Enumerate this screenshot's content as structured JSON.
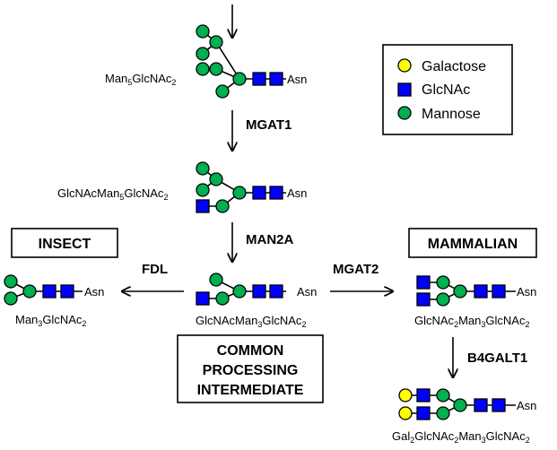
{
  "colors": {
    "galactose": "#ffff00",
    "glcnac": "#0000ff",
    "mannose": "#00b050",
    "outline": "#000000"
  },
  "legend": {
    "items": [
      {
        "label": "Galactose",
        "icon": "yellow-circle"
      },
      {
        "label": "GlcNAc",
        "icon": "blue-square"
      },
      {
        "label": "Mannose",
        "icon": "green-circle"
      }
    ]
  },
  "enzymes": {
    "mgat1": "MGAT1",
    "man2a": "MAN2A",
    "fdl": "FDL",
    "mgat2": "MGAT2",
    "b4galt1": "B4GALT1"
  },
  "boxes": {
    "insect": "INSECT",
    "mammalian": "MAMMALIAN",
    "common_line1": "COMMON",
    "common_line2": "PROCESSING",
    "common_line3": "INTERMEDIATE"
  },
  "asn": "Asn",
  "structures": {
    "man5": {
      "p1": "Man",
      "s1": "5",
      "p2": "GlcNAc",
      "s2": "2"
    },
    "glcnacman5": {
      "p1": "GlcNAcMan",
      "s1": "5",
      "p2": "GlcNAc",
      "s2": "2"
    },
    "man3": {
      "p1": "Man",
      "s1": "3",
      "p2": "GlcNAc",
      "s2": "2"
    },
    "glcnacman3": {
      "p1": "GlcNAcMan",
      "s1": "3",
      "p2": "GlcNAc",
      "s2": "2"
    },
    "glcnac2man3": {
      "p1": "GlcNAc",
      "s1": "2",
      "p2": "Man",
      "s2": "3",
      "p3": "GlcNAc",
      "s3": "2"
    },
    "gal2glcnac2man3": {
      "p1": "Gal",
      "s1": "2",
      "p2": "GlcNAc",
      "s2": "2",
      "p3": "Man",
      "s3": "3",
      "p4": "GlcNAc",
      "s4": "2"
    }
  }
}
